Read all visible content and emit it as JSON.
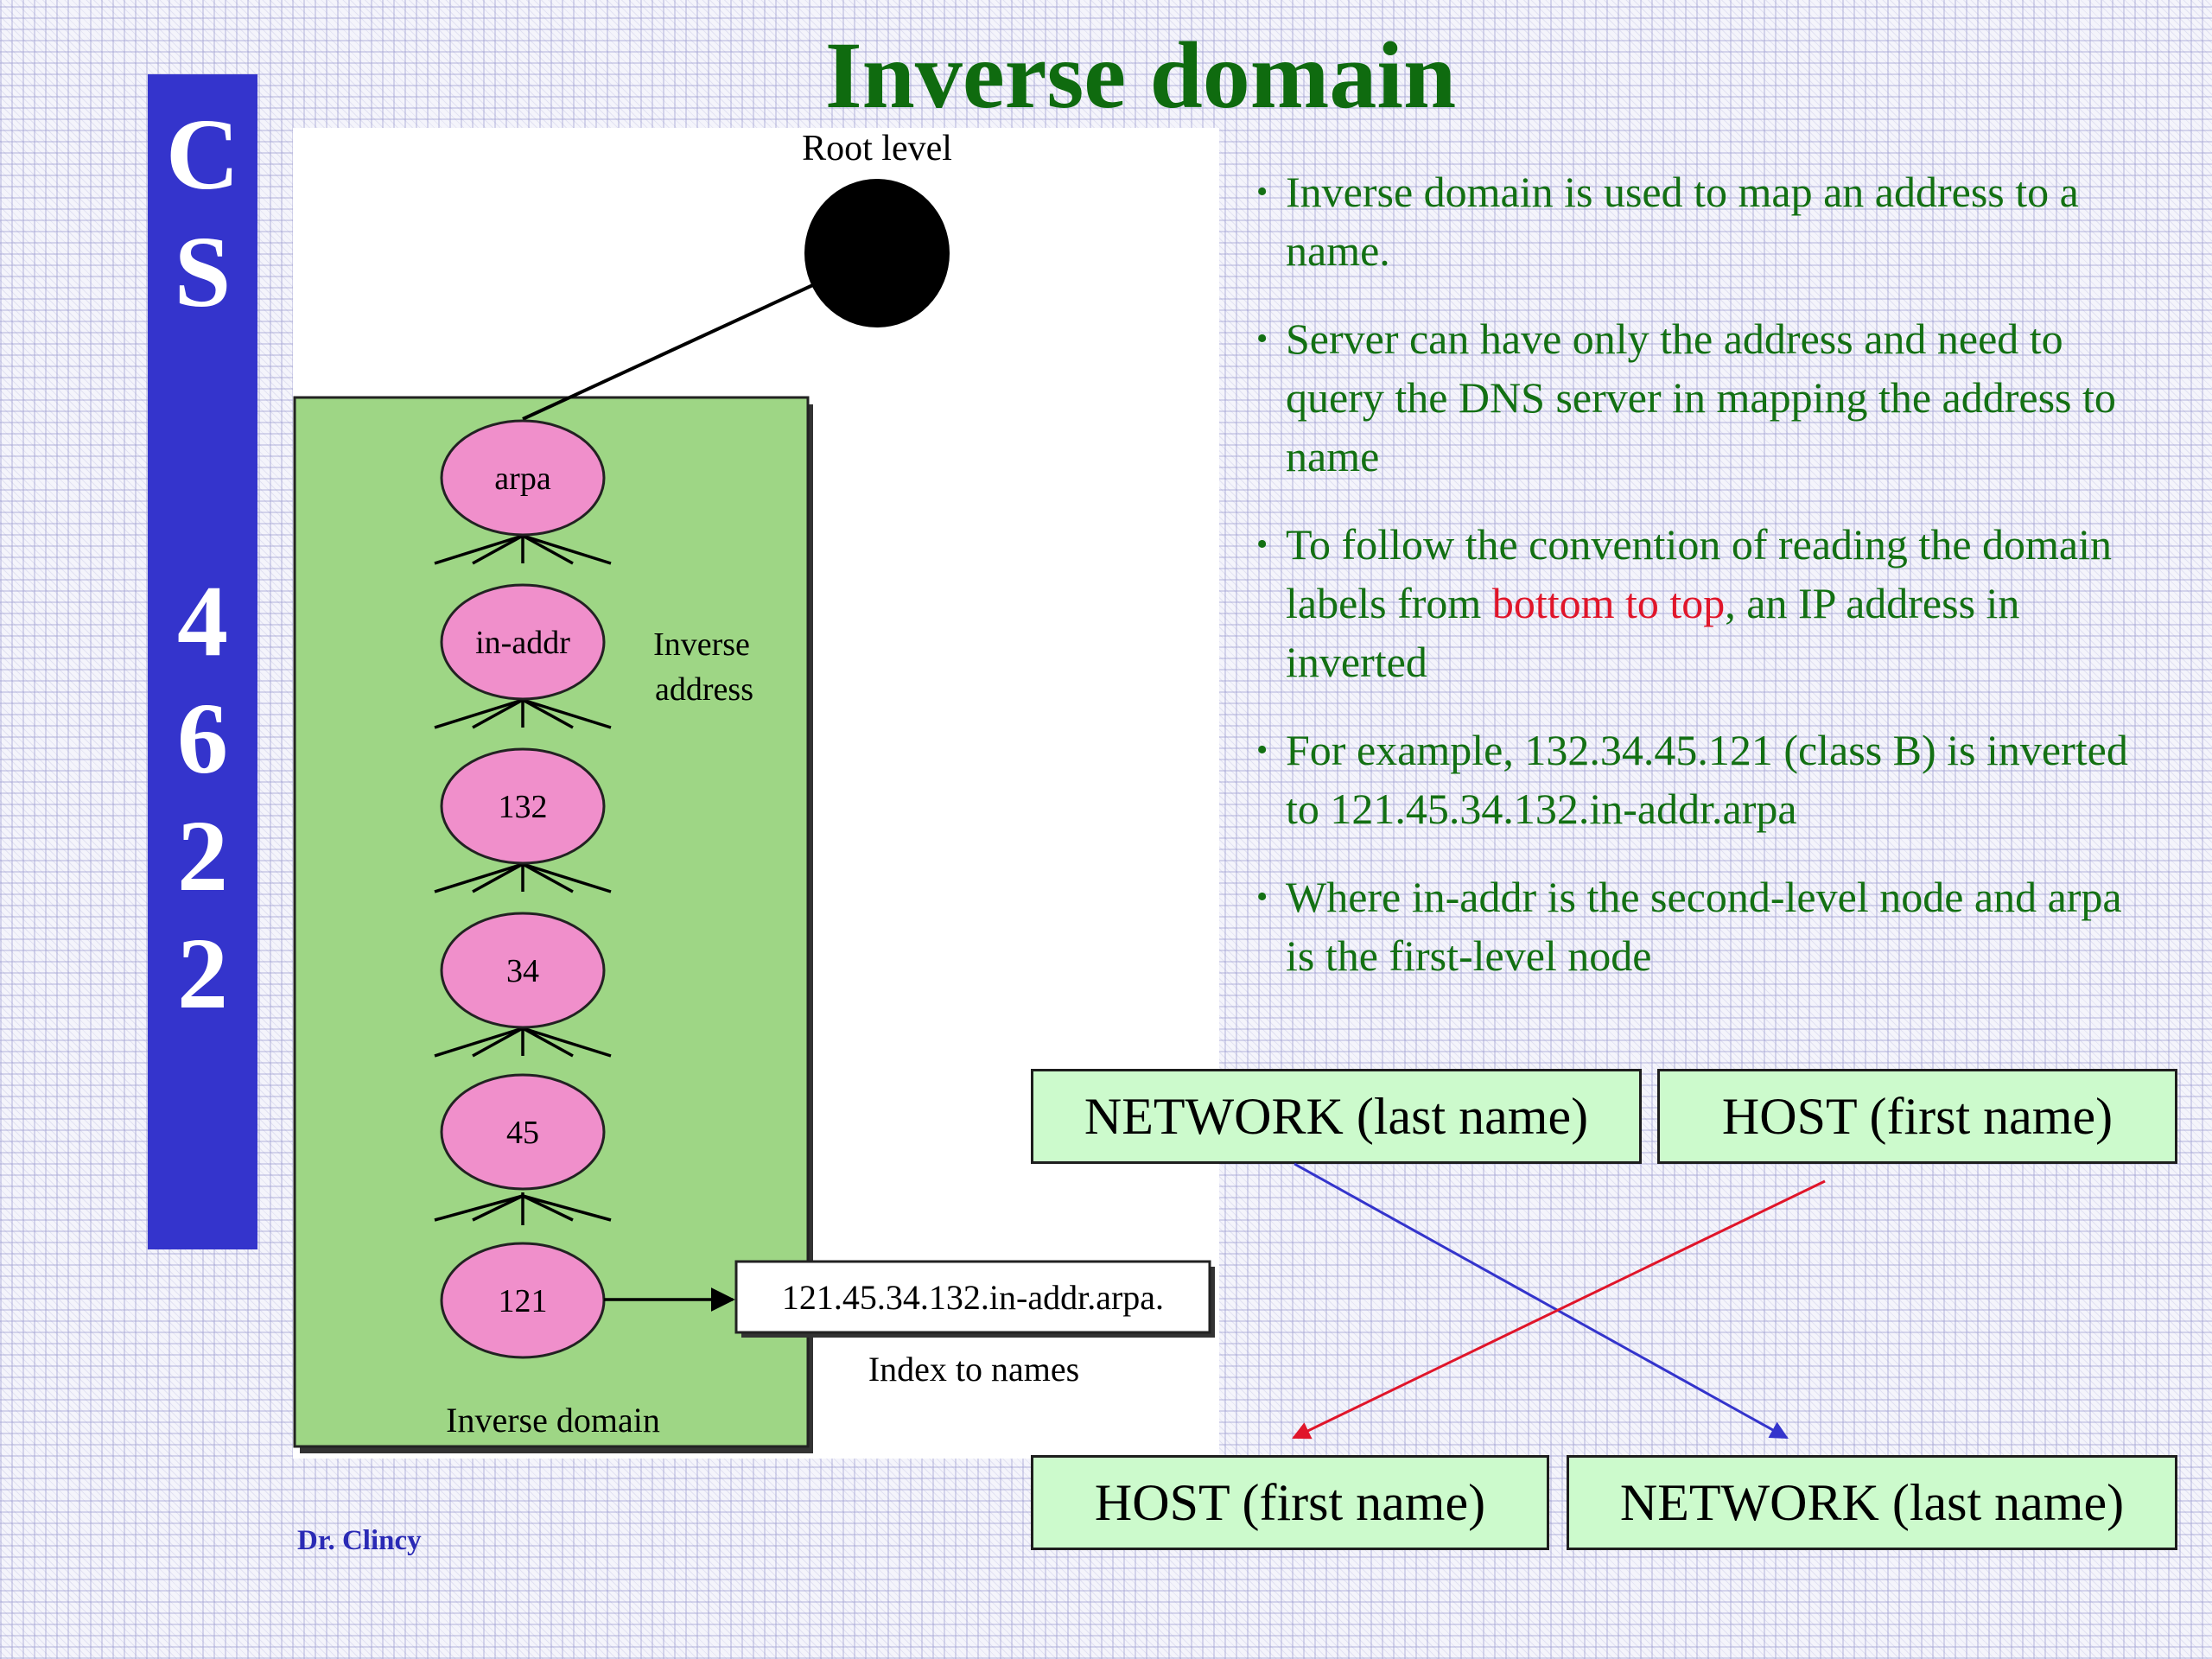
{
  "slide": {
    "title": "Inverse domain",
    "course_letters": [
      "C",
      "S",
      "4",
      "6",
      "2",
      "2"
    ],
    "footer_author": "Dr. Clincy"
  },
  "diagram": {
    "root_label": "Root level",
    "nodes": [
      "arpa",
      "in-addr",
      "132",
      "34",
      "45",
      "121"
    ],
    "side_label_line1": "Inverse",
    "side_label_line2": "address",
    "result_address": "121.45.34.132.in-addr.arpa.",
    "result_caption": "Index to names",
    "domain_caption": "Inverse domain",
    "colors": {
      "domain_box": "#9ed685",
      "node_fill": "#f08fcb",
      "root_fill": "#000000"
    }
  },
  "bullets": [
    {
      "parts": [
        {
          "text": "Inverse domain is used to map an address to a name."
        }
      ]
    },
    {
      "parts": [
        {
          "text": "Server can have only the address and need to query the DNS server in mapping the address to name"
        }
      ]
    },
    {
      "parts": [
        {
          "text": "To follow the convention of reading the domain labels from "
        },
        {
          "text": "bottom to top",
          "highlight": true
        },
        {
          "text": ", an IP address in inverted"
        }
      ]
    },
    {
      "parts": [
        {
          "text": "For example, 132.34.45.121 (class B) is inverted to 121.45.34.132.in-addr.arpa"
        }
      ]
    },
    {
      "parts": [
        {
          "text": "Where in-addr is the second-level node and arpa is the first-level node"
        }
      ]
    }
  ],
  "name_swap": {
    "top_left": "NETWORK (last name)",
    "top_right": "HOST (first name)",
    "bottom_left": "HOST (first name)",
    "bottom_right": "NETWORK (last name)",
    "colors": {
      "network_arrow": "#3434cc",
      "host_arrow": "#e0152a",
      "box_fill": "#ccfacc"
    }
  }
}
